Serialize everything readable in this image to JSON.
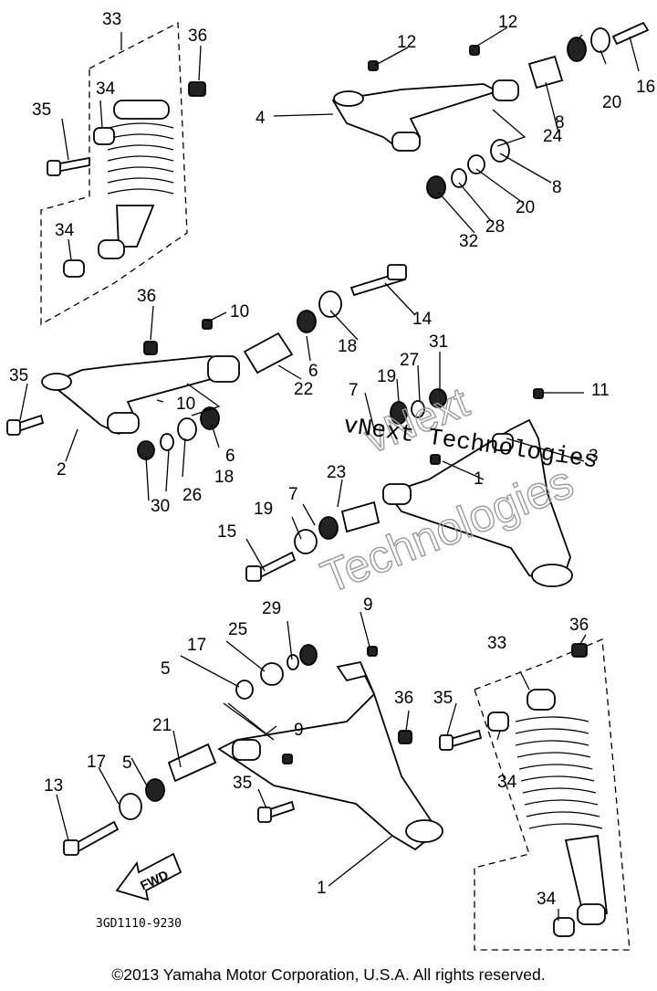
{
  "diagram": {
    "callouts": [
      "1",
      "2",
      "3",
      "4",
      "5",
      "6",
      "7",
      "8",
      "9",
      "10",
      "11",
      "12",
      "13",
      "14",
      "15",
      "16",
      "17",
      "18",
      "19",
      "20",
      "21",
      "22",
      "23",
      "24",
      "25",
      "26",
      "27",
      "28",
      "29",
      "30",
      "31",
      "32",
      "33",
      "34",
      "35",
      "36"
    ],
    "drawing_code": "3GD1110-9230",
    "direction_label": "FWD",
    "watermark_line1": "vNext Technologies",
    "watermark_large_1": "vNext",
    "watermark_large_2": "Technologies"
  },
  "footer": {
    "copyright": "©2013 Yamaha Motor Corporation, U.S.A. All rights reserved."
  }
}
